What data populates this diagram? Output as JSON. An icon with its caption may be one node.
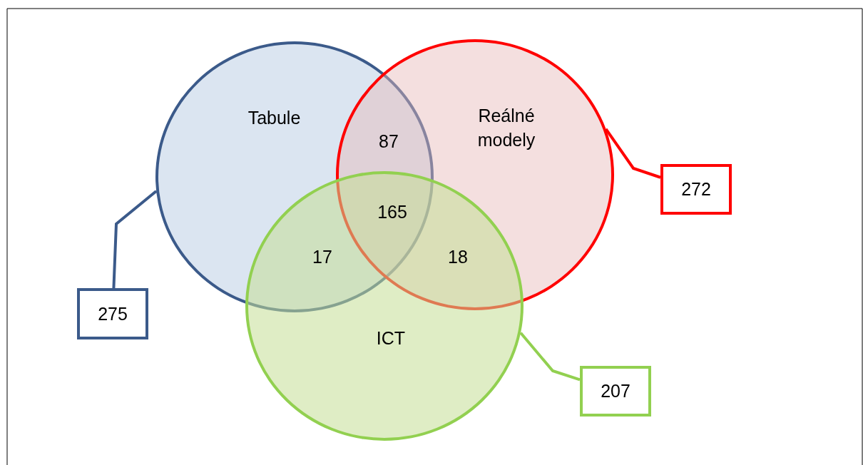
{
  "diagram": {
    "nodes": [
      {
        "text": [
          "Tabule"
        ]
      },
      {
        "text": [
          "Reálné modely"
        ]
      },
      {
        "text": [
          "ICT"
        ]
      },
      {
        "text": [
          "275"
        ]
      },
      {
        "text": [
          "272"
        ]
      },
      {
        "text": [
          "207"
        ]
      }
    ],
    "edges": [
      {
        "from": 3,
        "to": 0,
        "arrow": "none",
        "color": "#3b5a8a"
      },
      {
        "from": 4,
        "to": 1,
        "arrow": "none",
        "color": "#ff0000"
      },
      {
        "from": 5,
        "to": 2,
        "arrow": "none",
        "color": "#92d050"
      }
    ],
    "labels": [
      "87",
      "165",
      "17",
      "18"
    ]
  }
}
